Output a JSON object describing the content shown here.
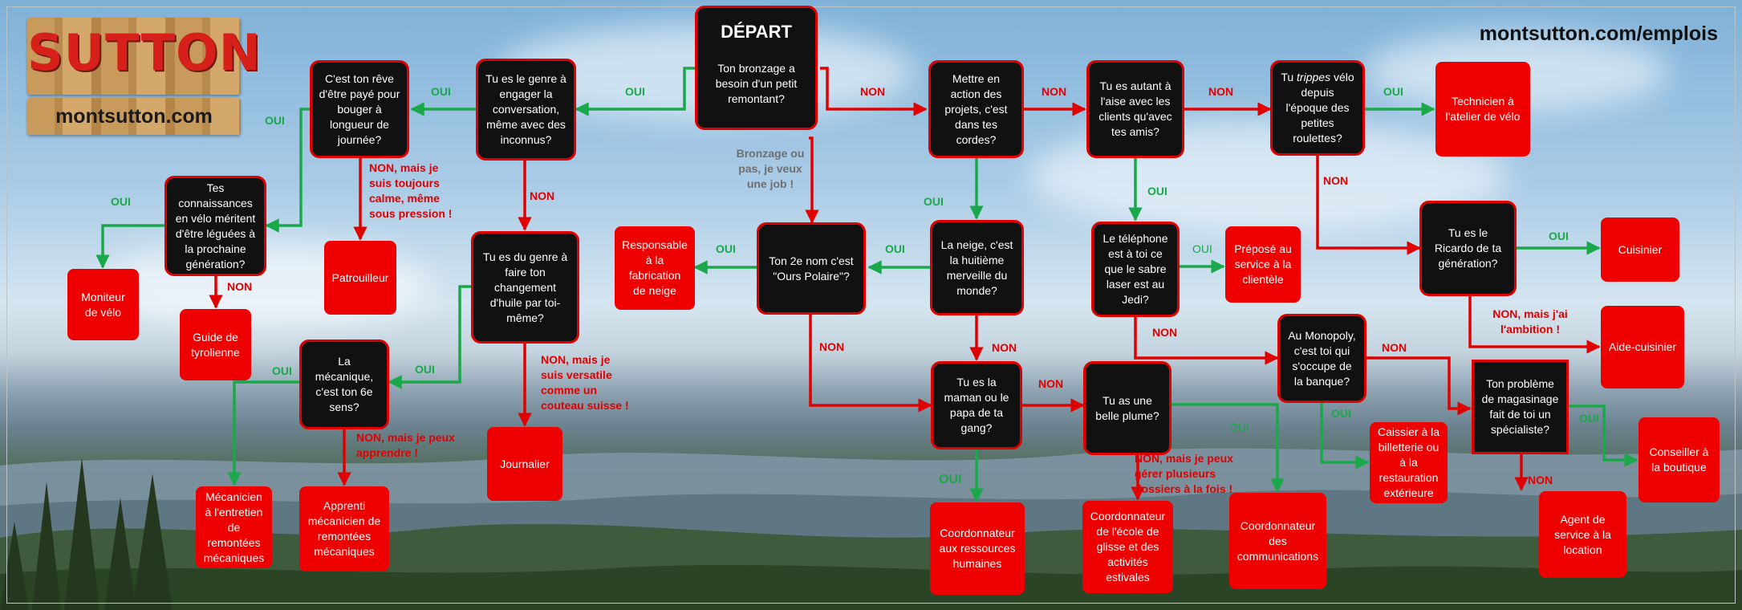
{
  "logo": {
    "name": "SUTTON",
    "site": "montsutton.com"
  },
  "url": "montsutton.com/emplois",
  "nodes": {
    "depart": {
      "title": "DÉPART",
      "text": "Ton bronzage a besoin d'un petit remontant?"
    },
    "engager": "Tu es le genre à engager la conversation, même avec des inconnus?",
    "reve": "C'est ton rêve d'être payé pour bouger à longueur de journée?",
    "connaissances": "Tes connaissances en vélo méritent d'être léguées à la prochaine génération?",
    "moniteur": "Moniteur de vélo",
    "guide": "Guide de tyrolienne",
    "patrouilleur": "Patrouilleur",
    "huile": "Tu es du genre à faire ton changement d'huile par toi-même?",
    "mecanique": "La mécanique, c'est ton 6e sens?",
    "mecanicien": "Mécanicien à l'entretien de remontées mécaniques",
    "apprenti": "Apprenti mécanicien de remontées mécaniques",
    "journalier": "Journalier",
    "ours": "Ton 2e nom c'est \"Ours Polaire\"?",
    "neige_resp": "Responsable à la fabrication de neige",
    "projets": "Mettre en action des projets, c'est dans tes cordes?",
    "huitieme": "La neige, c'est la huitième merveille du monde?",
    "maman": "Tu es la maman ou le papa de ta gang?",
    "rh": "Coordonnateur aux ressources humaines",
    "aise": "Tu es autant à l'aise avec les clients qu'avec tes amis?",
    "telephone": "Le téléphone est à toi ce que le sabre laser est au Jedi?",
    "prepose": "Préposé au service à la clientèle",
    "plume": "Tu as une belle plume?",
    "ecole": "Coordonnateur de l'école de glisse et des activités estivales",
    "communications": "Coordonnateur des communications",
    "trippes": "Tu trippes vélo depuis l'époque des petites roulettes?",
    "trippes_parts": [
      "Tu ",
      "trippes",
      " vélo depuis l'époque des petites roulettes?"
    ],
    "technicien": "Technicien à l'atelier de vélo",
    "ricardo": "Tu es le Ricardo de ta génération?",
    "cuisinier": "Cuisinier",
    "aide": "Aide-cuisinier",
    "monopoly": "Au Monopoly, c'est toi qui s'occupe de la banque?",
    "caissier": "Caissier à la billetterie ou à la restauration extérieure",
    "magasinage": "Ton problème de magasinage fait de toi un spécialiste?",
    "conseiller": "Conseiller à la boutique",
    "agent": "Agent de service à la location"
  },
  "labels": {
    "oui": "OUI",
    "non": "NON",
    "bronzage_pas": "Bronzage ou pas, je veux une job !",
    "non_calme": "NON, mais je suis toujours calme, même sous pression !",
    "non_versatile": "NON, mais je suis versatile comme un couteau suisse !",
    "non_apprendre": "NON, mais je peux apprendre !",
    "non_dossiers": "NON, mais je peux gérer plusieurs dossiers à la fois !",
    "non_ambition": "NON, mais j'ai l'ambition !"
  },
  "colors": {
    "yes": "#1aa84a",
    "no": "#e00000",
    "box": "#ee0000",
    "question": "#111111"
  }
}
